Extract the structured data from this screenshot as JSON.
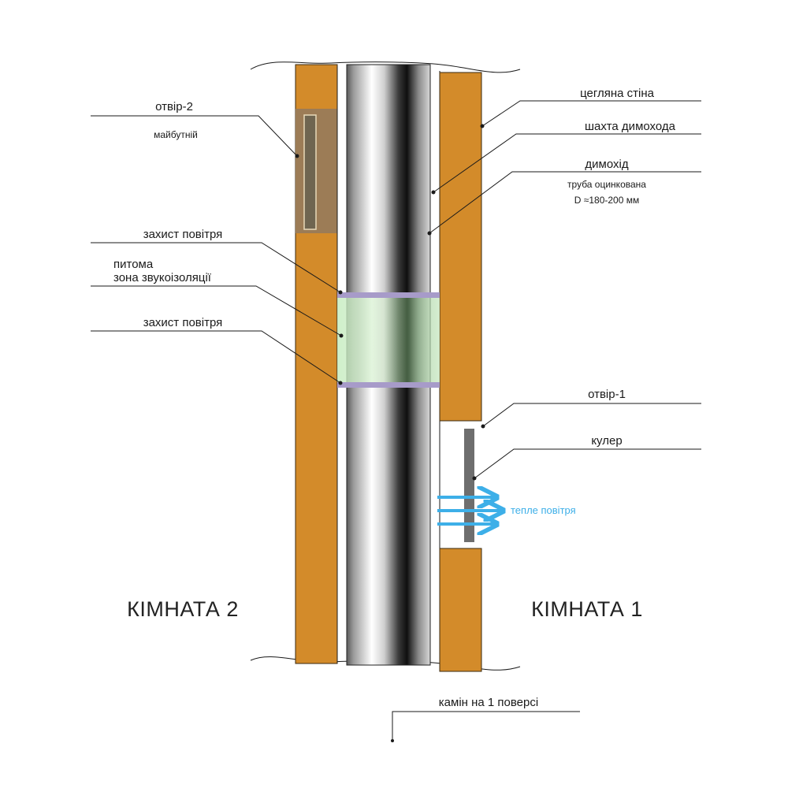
{
  "colors": {
    "brick": "#D38B2A",
    "brick_border": "#3a2a10",
    "opening2": "#9C7C56",
    "opening2_inner": "#6F6550",
    "air_protection": "#A79BC9",
    "sound_zone": "#BFE3B6",
    "cooler": "#6E6E6E",
    "warm_air": "#3DAFE8",
    "text": "#1a1a1a"
  },
  "labels": {
    "brick_wall": "цегляна стіна",
    "chimney_shaft": "шахта димохода",
    "chimney": "димохід",
    "pipe_desc_1": "труба оцинкована",
    "pipe_desc_2": "D ≈180-200 мм",
    "opening_2": "отвір-2",
    "opening_2_sub": "майбутній",
    "air_protection_top": "захист повітря",
    "sound_zone_1": "питома",
    "sound_zone_2": "зона звукоізоляції",
    "air_protection_bottom": "захист повітря",
    "opening_1": "отвір-1",
    "cooler": "кулер",
    "warm_air": "тепле повітря",
    "room_2": "КІМНАТА 2",
    "room_1": "КІМНАТА 1",
    "fireplace": "камін на 1 поверсі"
  },
  "icons": {
    "warm_air_arrows": "arrow-right-icon"
  }
}
